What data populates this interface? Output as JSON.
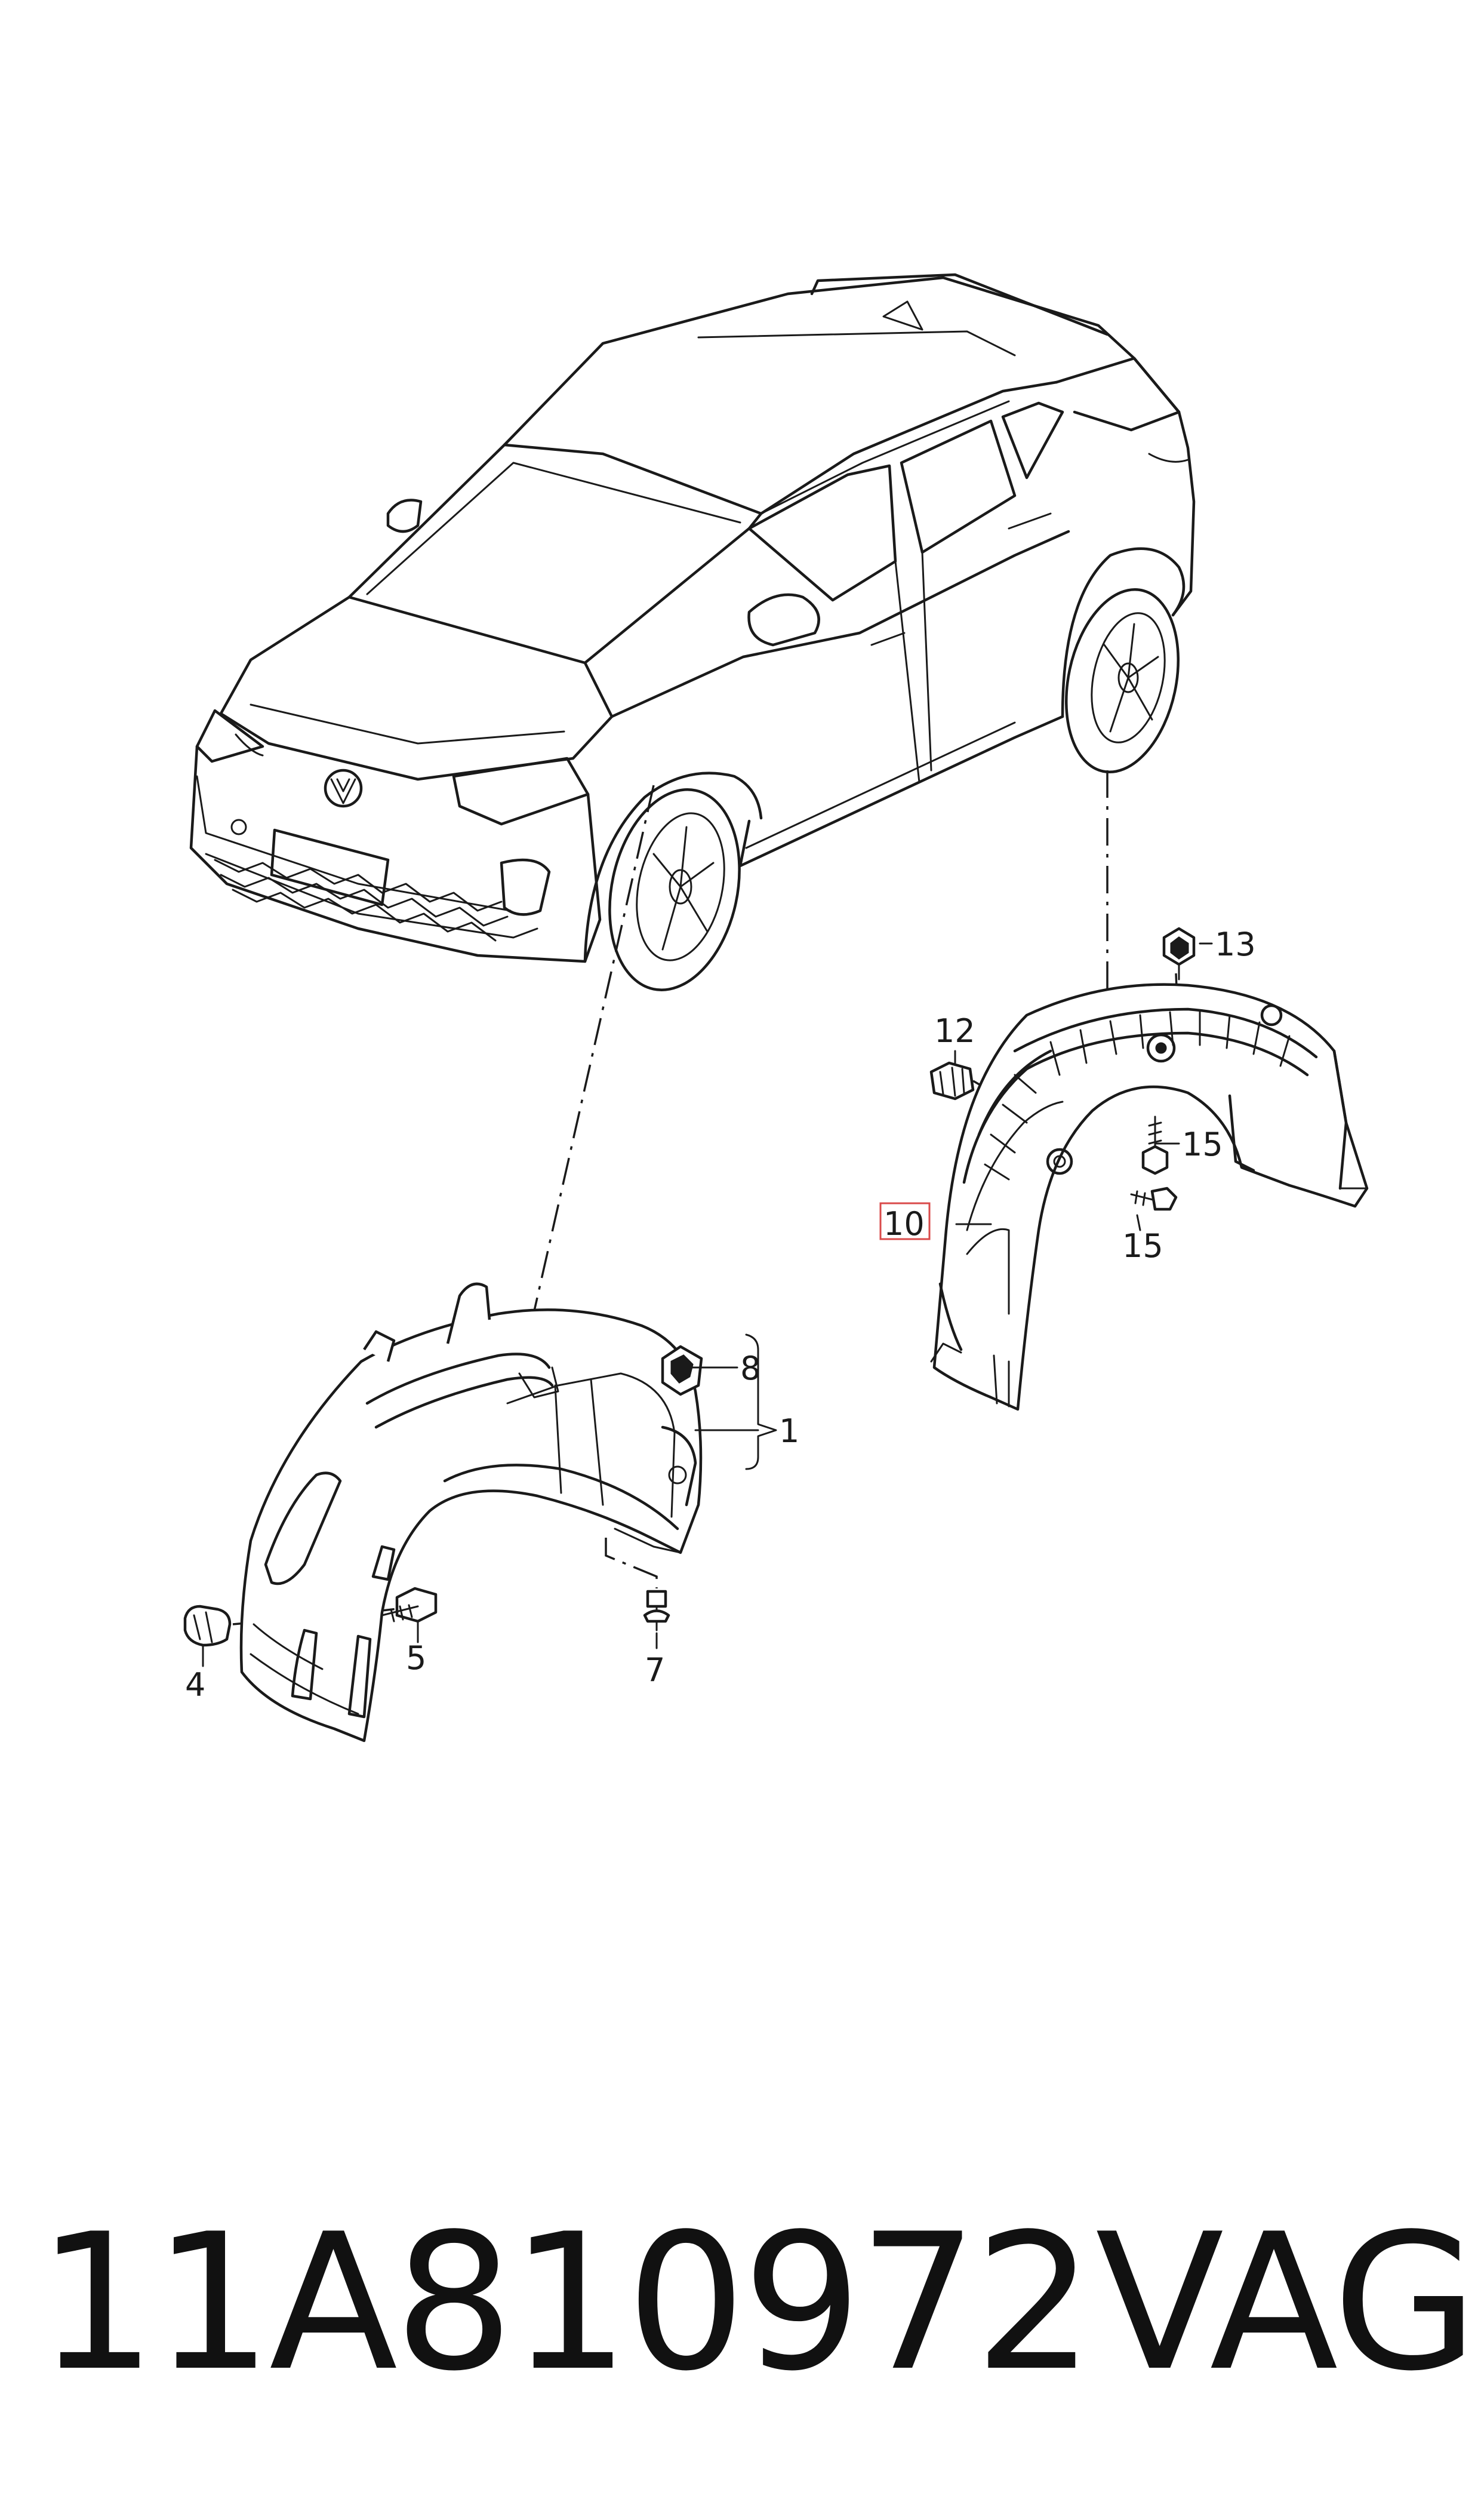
{
  "callouts": {
    "c1": "1",
    "c4": "4",
    "c5": "5",
    "c7": "7",
    "c8": "8",
    "c10": "10",
    "c12": "12",
    "c13": "13",
    "c15a": "15",
    "c15b": "15"
  },
  "footer": {
    "part_number": "11A810972",
    "brand": "VAG"
  },
  "colors": {
    "line": "#1a1a1a",
    "highlight": "#d94a4a"
  },
  "icons": [
    "car-icon",
    "wheel-housing-liner-front",
    "wheel-housing-liner-rear",
    "screw-icon",
    "clip-icon",
    "nut-icon"
  ]
}
